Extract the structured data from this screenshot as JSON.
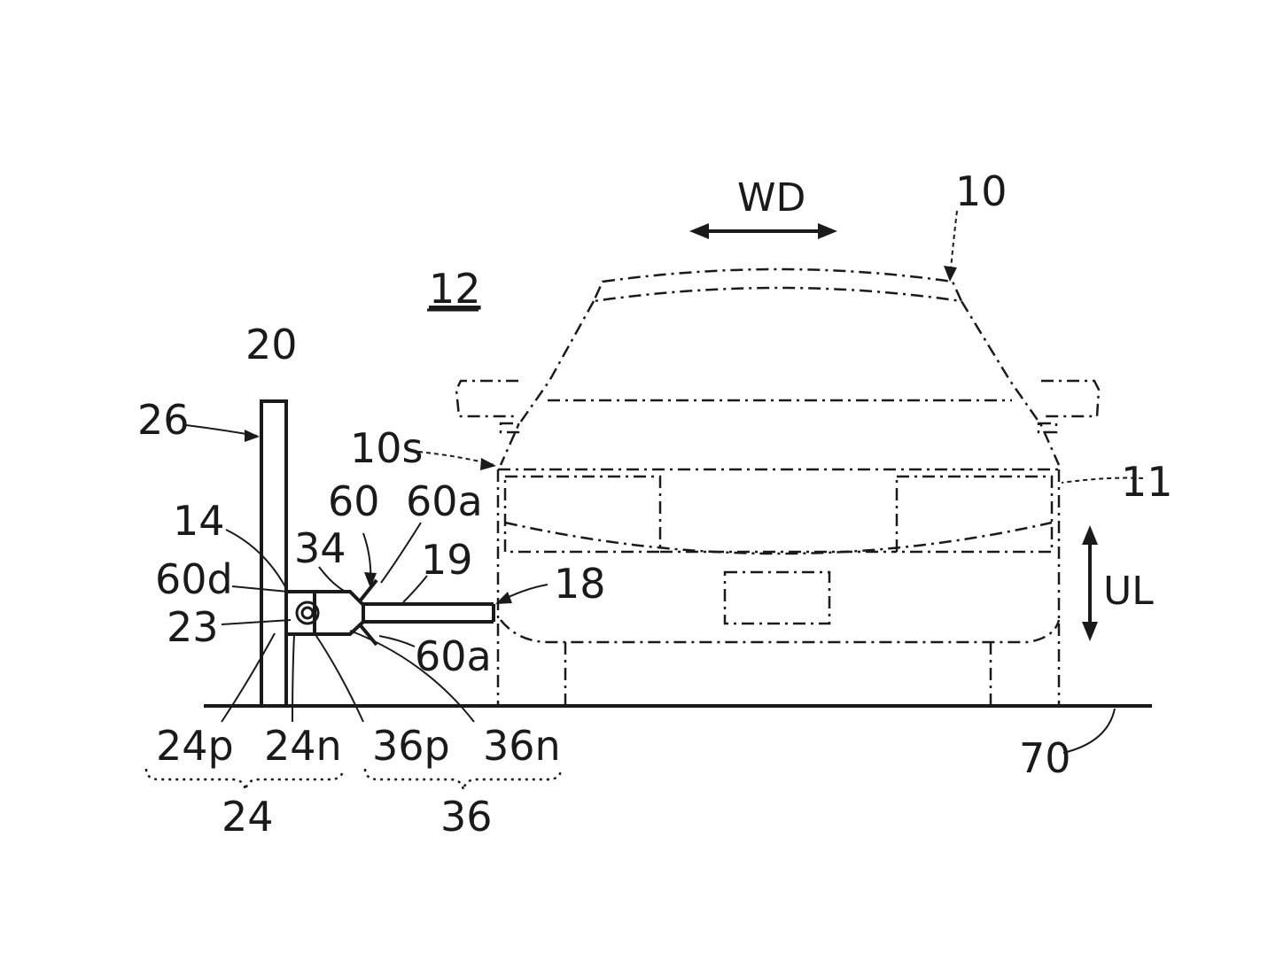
{
  "figure": {
    "labels": {
      "vehicle_10": "10",
      "wd": "WD",
      "area_12": "12",
      "post_20": "20",
      "arrow_26": "26",
      "side_10s": "10s",
      "ref_11": "11",
      "ref_60": "60",
      "ref_60a_top": "60a",
      "ref_14": "14",
      "ref_34": "34",
      "ref_19": "19",
      "ref_60d": "60d",
      "ref_18": "18",
      "ul": "UL",
      "ref_23": "23",
      "ref_60a_bottom": "60a",
      "ref_24p": "24p",
      "ref_24n": "24n",
      "ref_36p": "36p",
      "ref_36n": "36n",
      "ref_70": "70",
      "group_24": "24",
      "group_36": "36"
    }
  }
}
